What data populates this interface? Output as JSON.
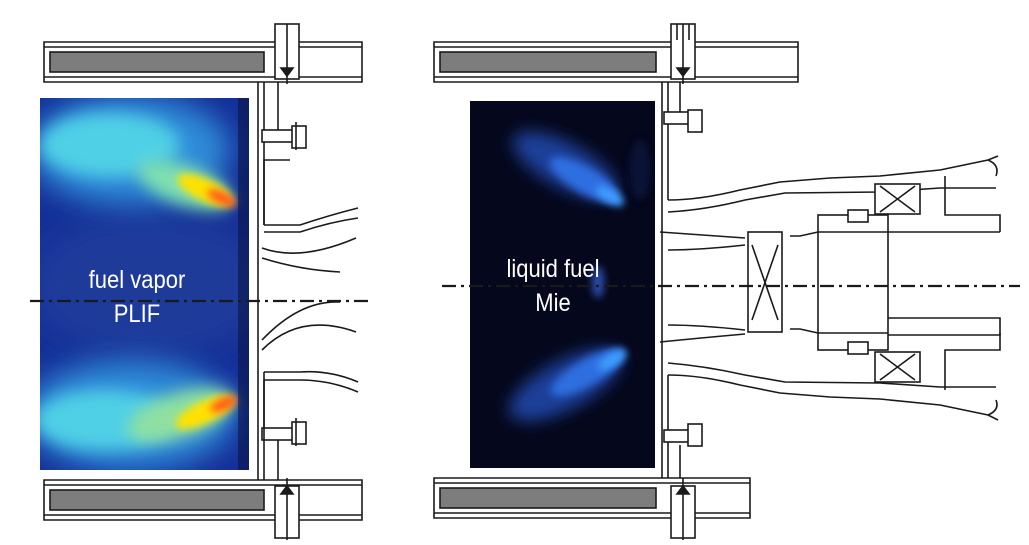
{
  "panels": [
    {
      "id": "left",
      "line1": "fuel vapor",
      "line2": "PLIF"
    },
    {
      "id": "right",
      "line1": "liquid fuel",
      "line2": "Mie"
    }
  ],
  "colors": {
    "line": "#1a1a1a",
    "hatch": "#7d7d7d",
    "plif_background": "#1b3aa8",
    "mie_background": "#05071c",
    "plif_hot": "#ffe100",
    "mie_spray": "#3fa0ff",
    "label": "#ffffff"
  }
}
